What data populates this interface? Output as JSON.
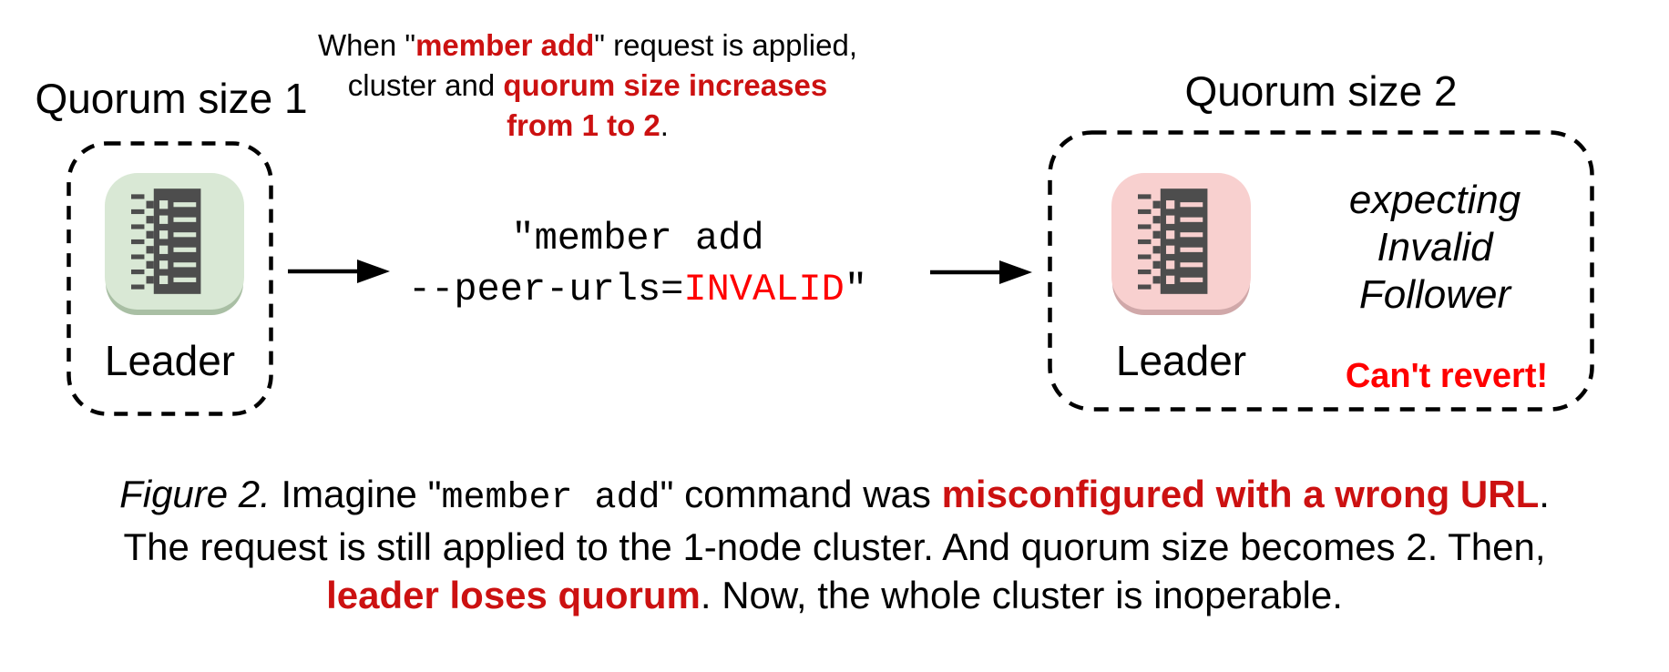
{
  "colors": {
    "accent_red": "#cc1111",
    "bright_red": "#ff0000",
    "node_green": "#d9e8d5",
    "node_green_rim": "#a9bfa4",
    "node_pink": "#f8d0cf",
    "node_pink_rim": "#d0a8a9",
    "glyph_dark": "#4d4d4d",
    "text_black": "#000000"
  },
  "top_note": {
    "line1_pre": "When \"",
    "line1_em": "member add",
    "line1_post": "\" request is applied,",
    "line2_pre": "cluster and ",
    "line2_em": "quorum size increases",
    "line3_em": "from 1 to 2",
    "line3_post": "."
  },
  "left_cluster": {
    "title": "Quorum size 1",
    "node_label": "Leader"
  },
  "command": {
    "line1": "\"member add",
    "line2_pre": "--peer-urls=",
    "line2_em": "INVALID",
    "line2_post": "\""
  },
  "right_cluster": {
    "title": "Quorum size 2",
    "node_label": "Leader",
    "note_line1": "expecting",
    "note_line2": "Invalid",
    "note_line3": "Follower",
    "warning": "Can't revert!"
  },
  "caption": {
    "line1_figure": "Figure 2.",
    "line1_pre": " Imagine \"",
    "line1_code": "member add",
    "line1_mid": "\" command was ",
    "line1_em": "misconfigured with a wrong URL",
    "line1_post": ".",
    "line2": "The request is still applied to the 1-node cluster. And quorum size becomes 2. Then,",
    "line3_em": "leader loses quorum",
    "line3_post": ". Now, the whole cluster is inoperable."
  }
}
